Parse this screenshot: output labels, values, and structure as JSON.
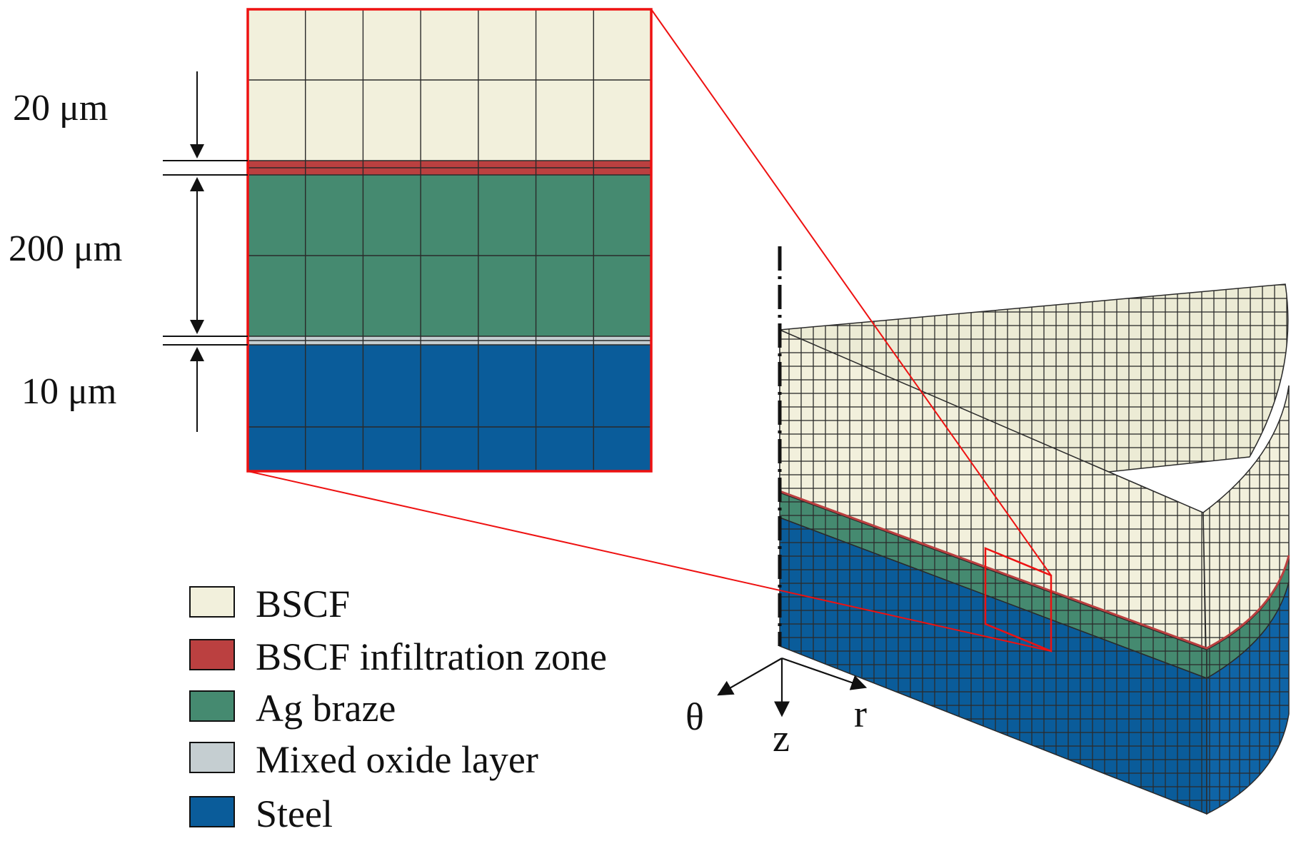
{
  "dimensions": [
    {
      "id": "dim-bscf",
      "text": "20 μm"
    },
    {
      "id": "dim-braze",
      "text": "200 μm"
    },
    {
      "id": "dim-oxide",
      "text": "10  μm"
    }
  ],
  "legend": [
    {
      "id": "legend-bscf",
      "label": "BSCF",
      "color": "#f2f0dc"
    },
    {
      "id": "legend-infiltration",
      "label": "BSCF infiltration zone",
      "color": "#bb4040"
    },
    {
      "id": "legend-ag-braze",
      "label": "Ag braze",
      "color": "#458a70"
    },
    {
      "id": "legend-mixed-oxide",
      "label": "Mixed oxide layer",
      "color": "#c5ced1"
    },
    {
      "id": "legend-steel",
      "label": "Steel",
      "color": "#0a5c9a"
    }
  ],
  "axes": {
    "theta": "θ",
    "z": "z",
    "r": "r"
  },
  "colors": {
    "bscf": "#f2f0dc",
    "bscf_top": "#ecebd5",
    "infiltration": "#bb4040",
    "braze": "#458a70",
    "oxide": "#c5ced1",
    "steel": "#0a5c9a",
    "steel_side": "#0f64a6",
    "mesh": "#2a2a2a",
    "highlight": "#ee1111"
  }
}
